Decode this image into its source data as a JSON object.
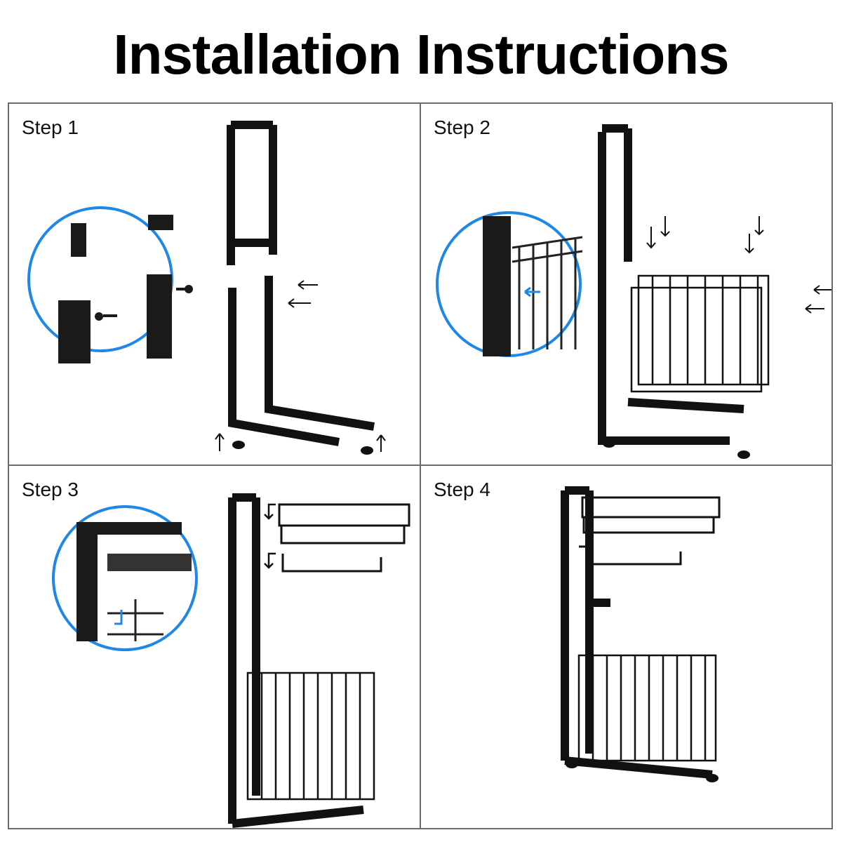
{
  "title": "Installation Instructions",
  "steps": [
    {
      "label": "Step 1"
    },
    {
      "label": "Step 2"
    },
    {
      "label": "Step 3"
    },
    {
      "label": "Step 4"
    }
  ],
  "colors": {
    "frame": "#111111",
    "callout_ring": "#1f88e5",
    "accent_arrow": "#1f88e5",
    "border": "#6b6b6b"
  }
}
